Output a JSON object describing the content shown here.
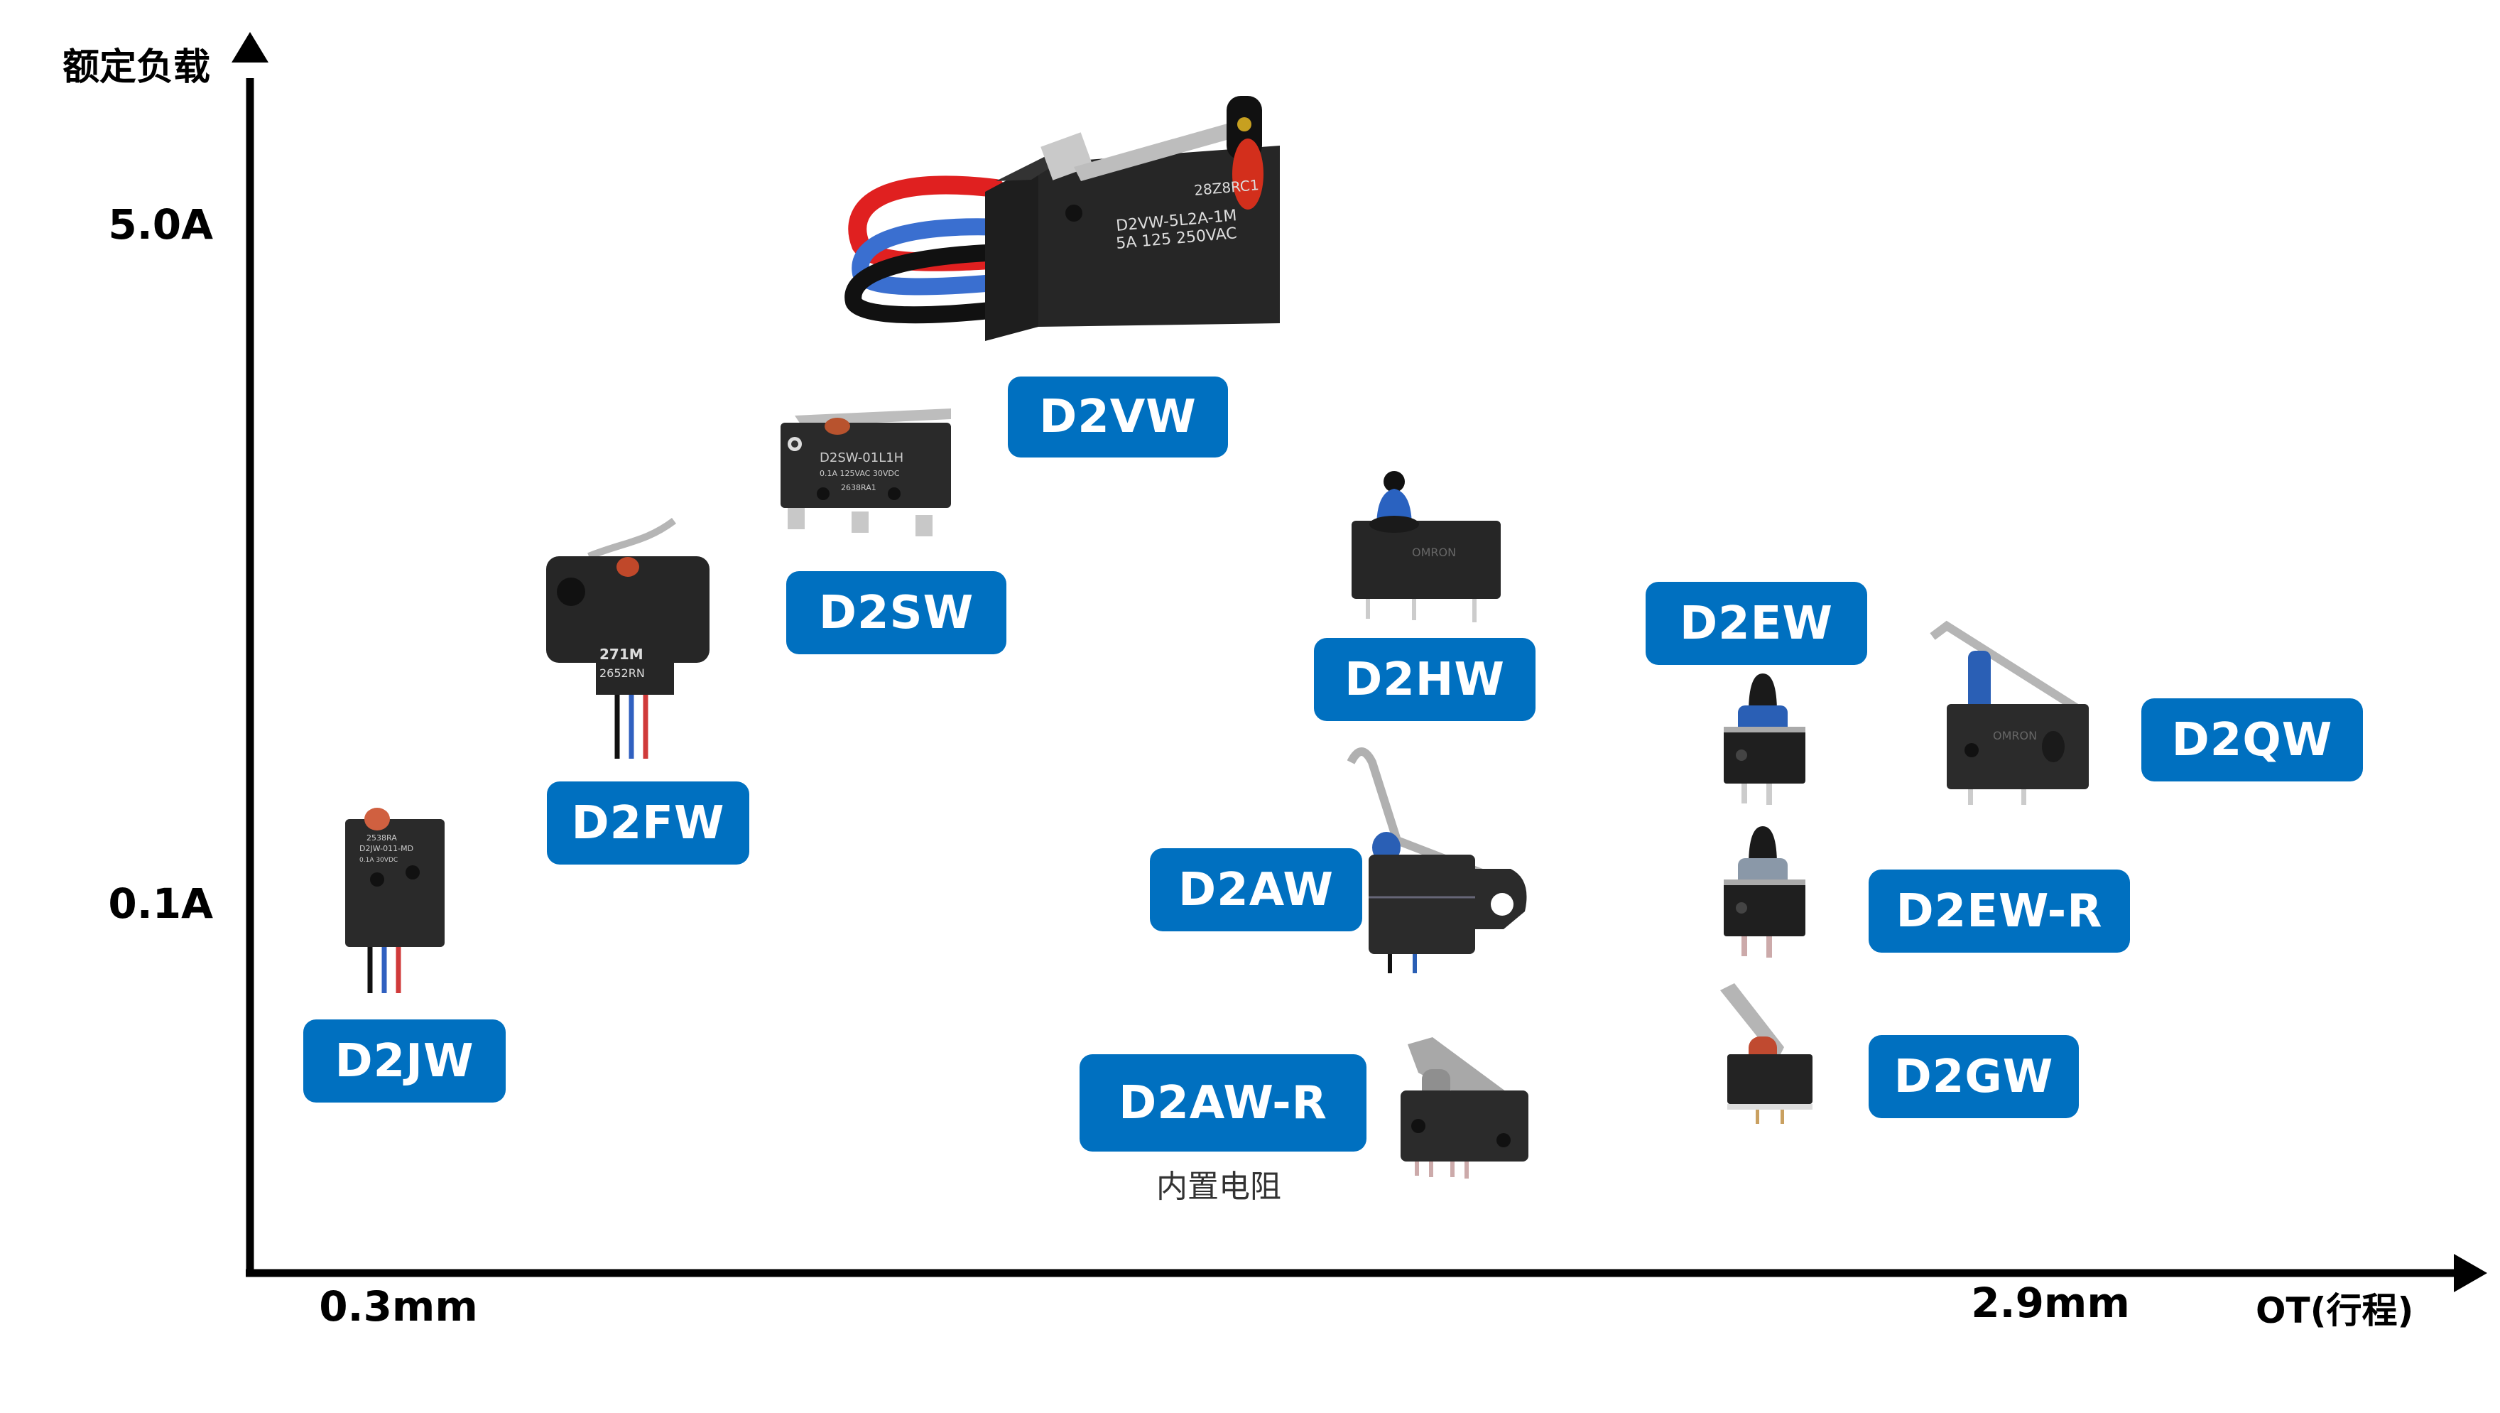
{
  "axes": {
    "y_title": "额定负载",
    "y_ticks": [
      "5.0A",
      "0.1A"
    ],
    "x_ticks": [
      "0.3mm",
      "2.9mm"
    ],
    "x_title": "OT(行程)"
  },
  "products": [
    {
      "id": "D2VW",
      "label": "D2VW",
      "print_lines": [
        "28Z8RC1",
        "D2VW-5L2A-1M",
        "5A  125  250VAC"
      ]
    },
    {
      "id": "D2SW",
      "label": "D2SW",
      "print_lines": [
        "D2SW-01L1H",
        "0.1A 125VAC 30VDC",
        "2638RA1"
      ]
    },
    {
      "id": "D2FW",
      "label": "D2FW",
      "print_lines": [
        "271M",
        "2652RN"
      ]
    },
    {
      "id": "D2JW",
      "label": "D2JW",
      "print_lines": [
        "2538RA",
        "D2JW-011-MD",
        "0.1A 30VDC"
      ]
    },
    {
      "id": "D2HW",
      "label": "D2HW",
      "print_lines": [
        "OMRON"
      ]
    },
    {
      "id": "D2AW",
      "label": "D2AW",
      "print_lines": []
    },
    {
      "id": "D2AW-R",
      "label": "D2AW-R",
      "note": "内置电阻",
      "print_lines": []
    },
    {
      "id": "D2EW",
      "label": "D2EW",
      "print_lines": []
    },
    {
      "id": "D2EW-R",
      "label": "D2EW-R",
      "print_lines": []
    },
    {
      "id": "D2GW",
      "label": "D2GW",
      "print_lines": []
    },
    {
      "id": "D2QW",
      "label": "D2QW",
      "print_lines": [
        "OMRON"
      ]
    }
  ],
  "colors": {
    "badge_blue": "#0070c0",
    "axis": "#000000",
    "switch_body": "#2b2b2b",
    "actuator_red": "#c8452c",
    "actuator_blue": "#2a5fb5",
    "lever_metal": "#b8b8b8"
  }
}
